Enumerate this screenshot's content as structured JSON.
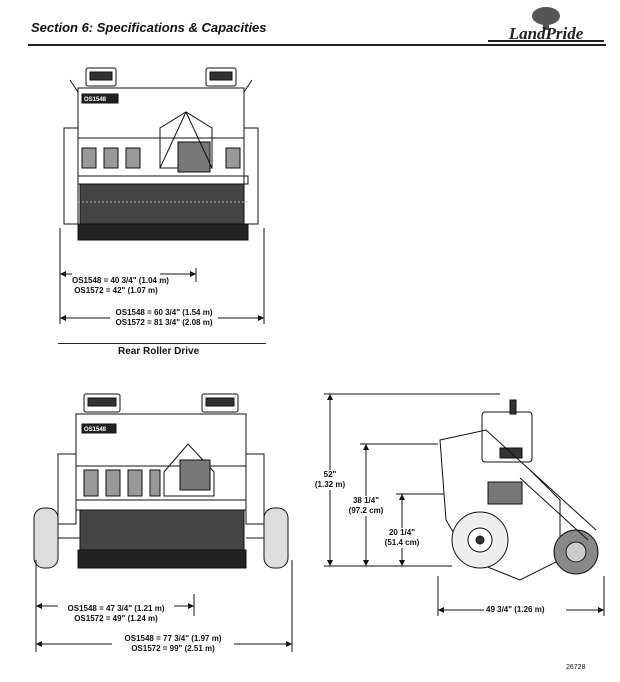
{
  "header": {
    "section_title": "Section 6: Specifications & Capacities",
    "logo_text": "LandPride"
  },
  "top_figure": {
    "model_plate": "OS1548",
    "inner_width": {
      "line1": "OS1548 = 40 3/4\" (1.04 m)",
      "line2": "OS1572 = 42\" (1.07 m)"
    },
    "outer_width": {
      "line1": "OS1548 = 60 3/4\" (1.54 m)",
      "line2": "OS1572 = 81 3/4\" (2.08 m)"
    },
    "caption": "Rear Roller Drive"
  },
  "bottom_front_figure": {
    "model_plate": "OS1548",
    "inner_width": {
      "line1": "OS1548 = 47 3/4\" (1.21 m)",
      "line2": "OS1572 = 49\" (1.24 m)"
    },
    "outer_width": {
      "line1": "OS1548 = 77 3/4\" (1.97 m)",
      "line2": "OS1572 = 99\" (2.51 m)"
    }
  },
  "side_figure": {
    "height_total": {
      "line1": "52\"",
      "line2": "(1.32 m)"
    },
    "height_mid": {
      "line1": "38 1/4\"",
      "line2": "(97.2 cm)"
    },
    "height_low": {
      "line1": "20 1/4\"",
      "line2": "(51.4 cm)"
    },
    "length": "49 3/4\" (1.26 m)"
  },
  "figure_number": "26728",
  "colors": {
    "ink": "#111111",
    "logo_gray": "#555555"
  }
}
